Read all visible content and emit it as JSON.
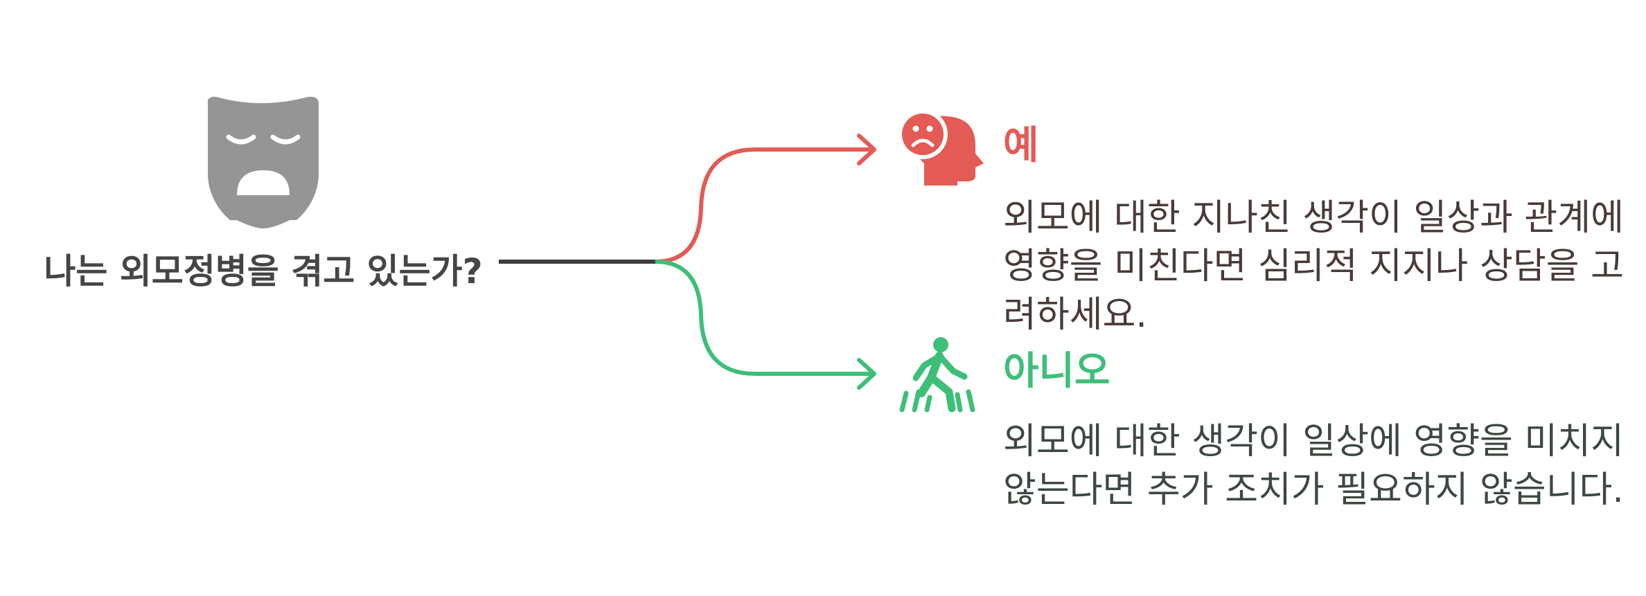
{
  "question": "나는 외모정병을 겪고 있는가?",
  "branches": {
    "yes": {
      "label": "예",
      "description": "외모에 대한 지나친 생각이 일상과 관계에 영향을 미친다면 심리적 지지나 상담을 고려하세요.",
      "icon": "sad-head-icon",
      "color": "#e45a55"
    },
    "no": {
      "label": "아니오",
      "description": "외모에 대한 생각이 일상에 영향을 미치지 않는다면 추가 조치가 필요하지 않습니다.",
      "icon": "walking-person-icon",
      "color": "#3dbf78"
    }
  },
  "question_icon": "mask-icon"
}
